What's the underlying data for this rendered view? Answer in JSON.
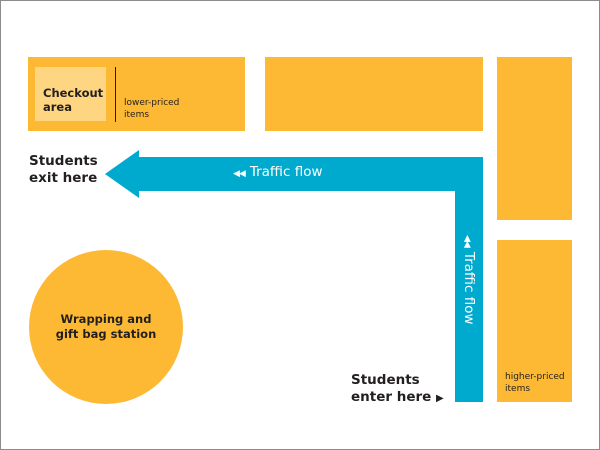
{
  "diagram": {
    "title": "Store layout with traffic flow",
    "colors": {
      "shelf": "#fdb933",
      "checkout": "#fed580",
      "traffic_flow": "#00a9ce",
      "text": "#231f20",
      "border": "#8c8c8c"
    },
    "checkout": {
      "label_line1": "Checkout",
      "label_line2": "area"
    },
    "lower_priced": {
      "line1": "lower-priced",
      "line2": "items"
    },
    "higher_priced": {
      "line1": "higher-priced",
      "line2": "items"
    },
    "exit": {
      "line1": "Students",
      "line2": "exit here"
    },
    "enter": {
      "line1": "Students",
      "line2": "enter here",
      "arrow_icon": "▶"
    },
    "traffic_flow_horizontal": {
      "icon": "◀◀",
      "label": "Traffic flow"
    },
    "traffic_flow_vertical": {
      "icon": "◀◀",
      "label": "Traffic flow"
    },
    "wrapping_station": {
      "line1": "Wrapping and",
      "line2": "gift bag station"
    }
  }
}
